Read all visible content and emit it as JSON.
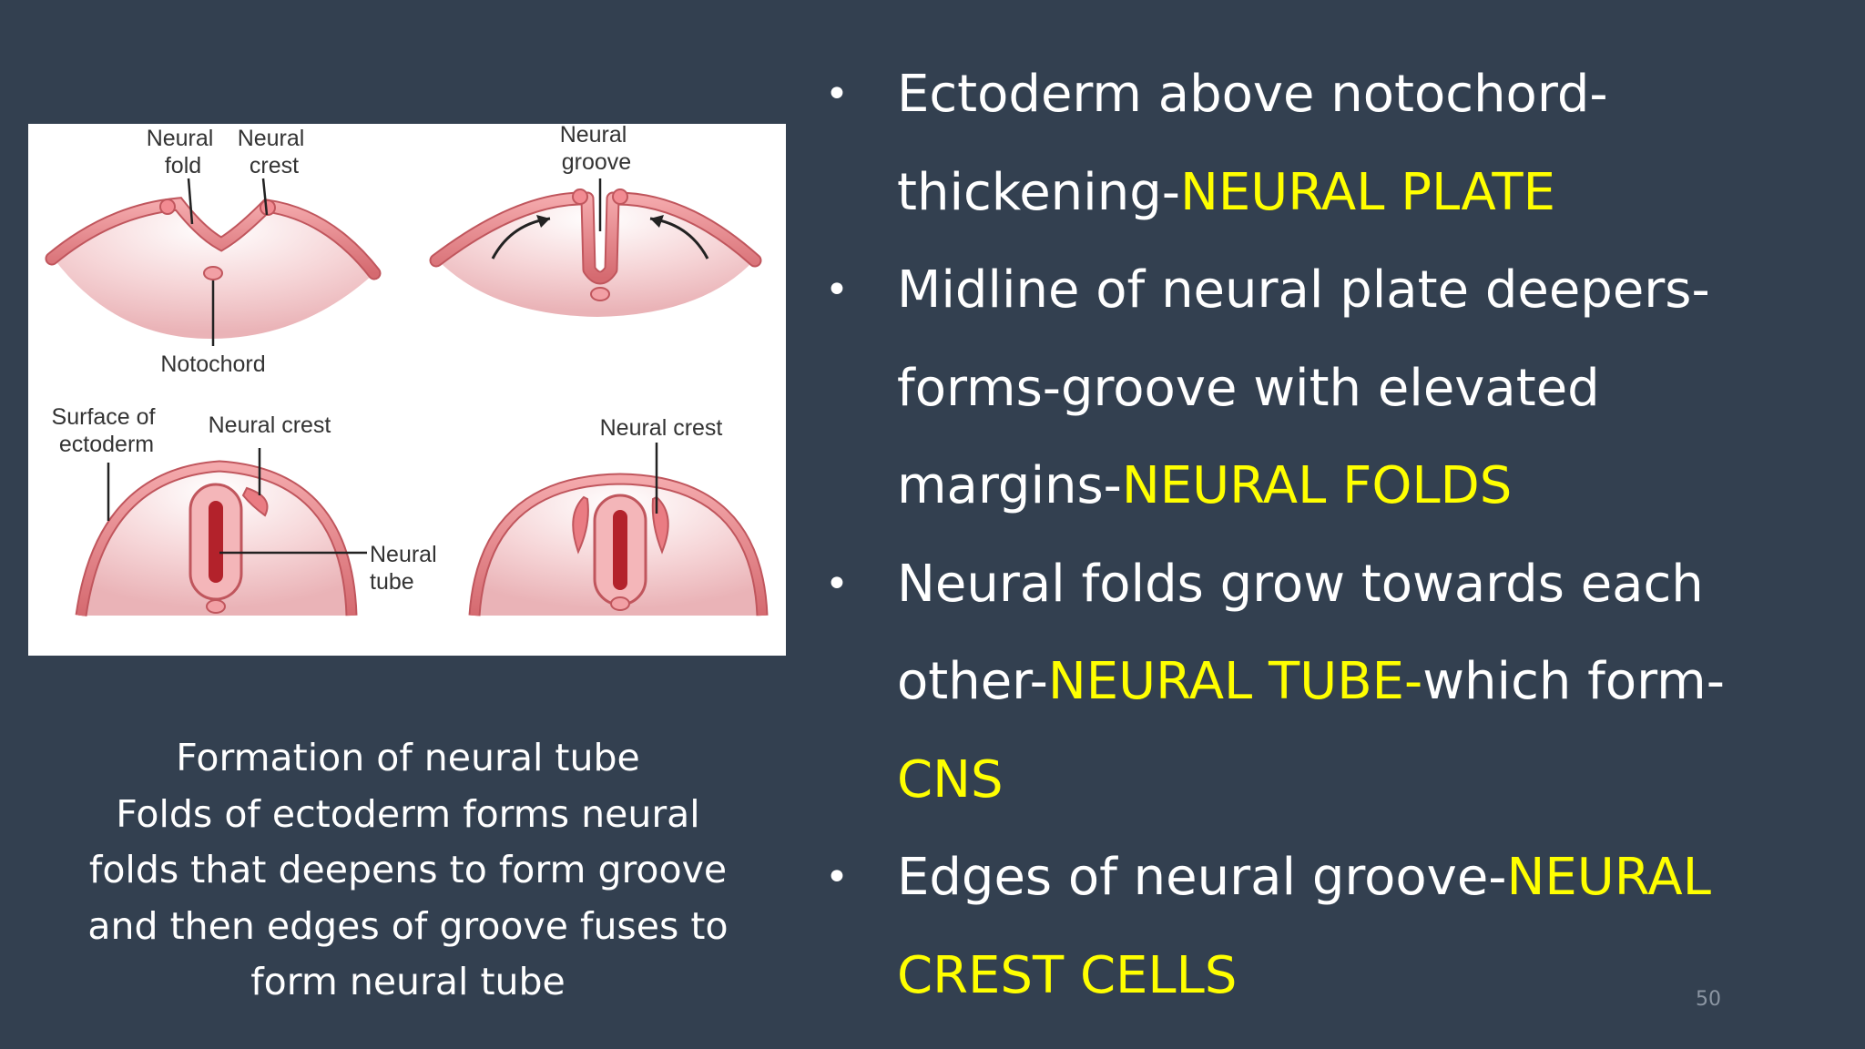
{
  "figure": {
    "labels": {
      "neural_fold": [
        "Neural",
        "fold"
      ],
      "neural_crest_top": [
        "Neural",
        "crest"
      ],
      "neural_groove": [
        "Neural",
        "groove"
      ],
      "notochord": "Notochord",
      "surface_ectoderm": [
        "Surface of",
        "ectoderm"
      ],
      "neural_crest_bl": "Neural crest",
      "neural_crest_br": "Neural crest",
      "neural_tube": [
        "Neural",
        "tube"
      ]
    }
  },
  "caption": {
    "lines": [
      "Formation of neural tube",
      "Folds of ectoderm forms neural",
      "folds that deepens to form groove",
      "and then edges of groove fuses to",
      "form neural tube"
    ]
  },
  "bullet_symbol": "•",
  "bullets": [
    {
      "lines": [
        [
          {
            "text": "Ectoderm above notochord-",
            "hl": false
          }
        ],
        [
          {
            "text": "thickening-",
            "hl": false
          },
          {
            "text": "NEURAL PLATE",
            "hl": true
          }
        ]
      ]
    },
    {
      "lines": [
        [
          {
            "text": "Midline of neural plate deepers-",
            "hl": false
          }
        ],
        [
          {
            "text": "forms-groove with elevated",
            "hl": false
          }
        ],
        [
          {
            "text": "margins-",
            "hl": false
          },
          {
            "text": "NEURAL FOLDS",
            "hl": true
          }
        ]
      ]
    },
    {
      "lines": [
        [
          {
            "text": "Neural folds grow towards each",
            "hl": false
          }
        ],
        [
          {
            "text": "other-",
            "hl": false
          },
          {
            "text": "NEURAL TUBE-",
            "hl": true
          },
          {
            "text": "which form-",
            "hl": false
          }
        ],
        [
          {
            "text": "CNS",
            "hl": true
          }
        ]
      ]
    },
    {
      "lines": [
        [
          {
            "text": "Edges of neural groove-",
            "hl": false
          },
          {
            "text": "NEURAL",
            "hl": true
          }
        ],
        [
          {
            "text": "CREST CELLS",
            "hl": true
          }
        ]
      ]
    }
  ],
  "page_number": "50",
  "colors": {
    "background": "#334050",
    "highlight": "#ffff00",
    "text": "#ffffff"
  }
}
